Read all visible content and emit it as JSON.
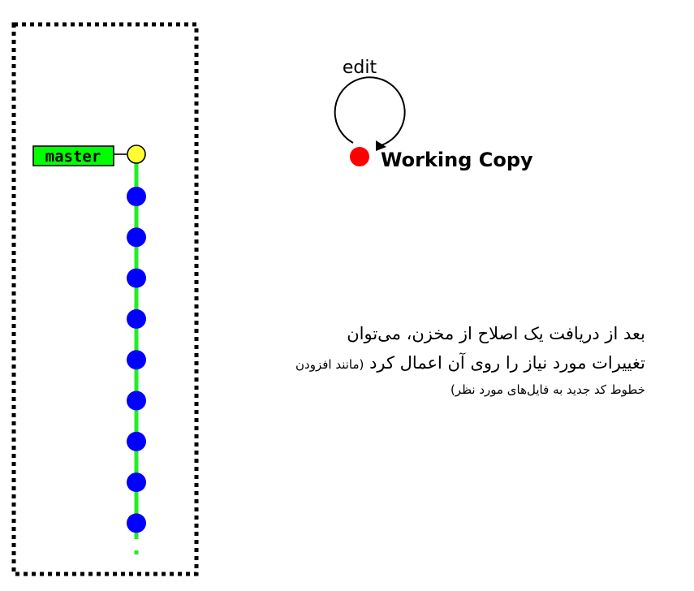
{
  "repository": {
    "branch_label": "master",
    "branch_color": "#00ff00",
    "head_commit_color": "#ffff33",
    "commit_color": "#0000ff",
    "commit_count": 9,
    "line_color": "#22ee22"
  },
  "working_copy": {
    "label": "Working Copy",
    "dot_color": "#ff0000",
    "loop_label": "edit"
  },
  "description": {
    "line1": "بعد از دریافت یک اصلاح از مخزن، می‌توان",
    "line2_main": "تغییرات مورد نیاز را روی آن اعمال کرد",
    "line2_paren": "(مانند افزودن",
    "line3": "خطوط کد جدید به فایل‌های مورد نظر)"
  }
}
